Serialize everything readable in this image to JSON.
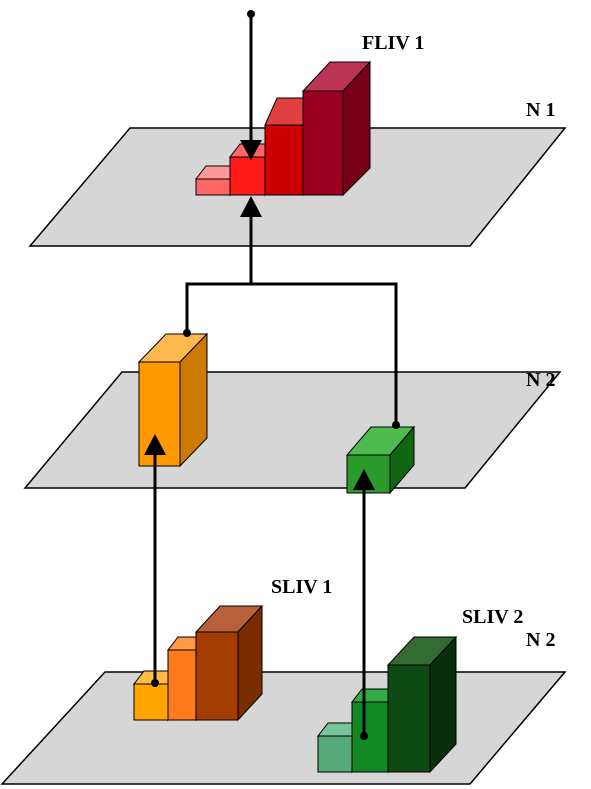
{
  "labels": {
    "fliv1": "FLIV 1",
    "sliv1": "SLIV 1",
    "sliv2": "SLIV 2",
    "level_top": "N 1",
    "level_mid": "N 2",
    "level_bottom": "N 2"
  },
  "colors": {
    "plane": "#d6d6d6",
    "fliv_reds": [
      "#ff6666",
      "#ff1a1a",
      "#cc0000",
      "#990022"
    ],
    "sliv1_oranges": [
      "#ffa500",
      "#ff7a1a",
      "#a33d00"
    ],
    "sliv2_greens": [
      "#55aa77",
      "#118822",
      "#0d4a14"
    ],
    "mid_orange": "#ff9900",
    "mid_green": "#2a9a2a"
  }
}
